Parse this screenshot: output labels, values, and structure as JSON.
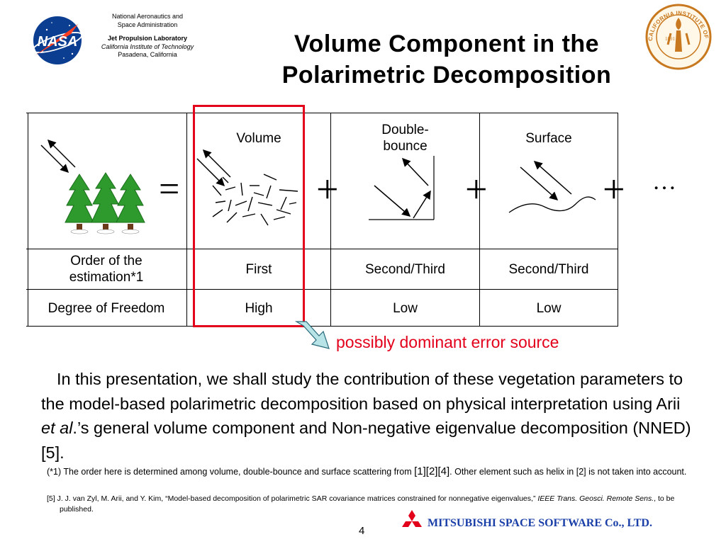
{
  "header": {
    "agency_line1": "National Aeronautics and",
    "agency_line2": "Space Administration",
    "lab_name": "Jet Propulsion Laboratory",
    "institute": "California Institute of Technology",
    "city": "Pasadena, California",
    "title_line1": "Volume Component in the",
    "title_line2": "Polarimetric Decomposition",
    "nasa_logo_text": "NASA",
    "caltech_seal_text": "CALIFORNIA INSTITUTE OF TECHNOLOGY",
    "caltech_seal_year": "1891"
  },
  "table": {
    "col_headers": [
      "Volume",
      "Double-\nbounce",
      "Surface"
    ],
    "operators": {
      "equals": "=",
      "plus": "+",
      "ellipsis": "…"
    },
    "rows": [
      {
        "label": "Order of the estimation*1",
        "values": [
          "First",
          "Second/Third",
          "Second/Third"
        ]
      },
      {
        "label": "Degree of Freedom",
        "values": [
          "High",
          "Low",
          "Low"
        ]
      }
    ]
  },
  "callout": {
    "text": "possibly dominant error source",
    "color": "#e3001b"
  },
  "body": {
    "para_part1": "In this presentation, we shall study the contribution of these vegetation parameters to the model-based polarimetric decomposition based on physical interpretation using Arii ",
    "para_italic": "et al",
    "para_part2": ".’s general volume component and Non-negative eigenvalue decomposition (NNED)[5].",
    "footnote1_part1": "(*1) The order here is determined among volume, double-bounce and surface scattering from ",
    "footnote1_refs": "[1][2][4]",
    "footnote1_part2": ". Other element such as helix in [2] is not taken into account.",
    "footnote2_part1": "[5] J. J. van Zyl, M. Arii, and Y. Kim, “Model-based decomposition of polarimetric SAR covariance matrices constrained for nonnegative eigenvalues,” ",
    "footnote2_italic": "IEEE Trans. Geosci. Remote Sens.",
    "footnote2_part2": ", to be published."
  },
  "footer": {
    "page_number": "4",
    "company": "MITSUBISHI SPACE SOFTWARE Co., LTD.",
    "company_color": "#1b3fa8"
  }
}
